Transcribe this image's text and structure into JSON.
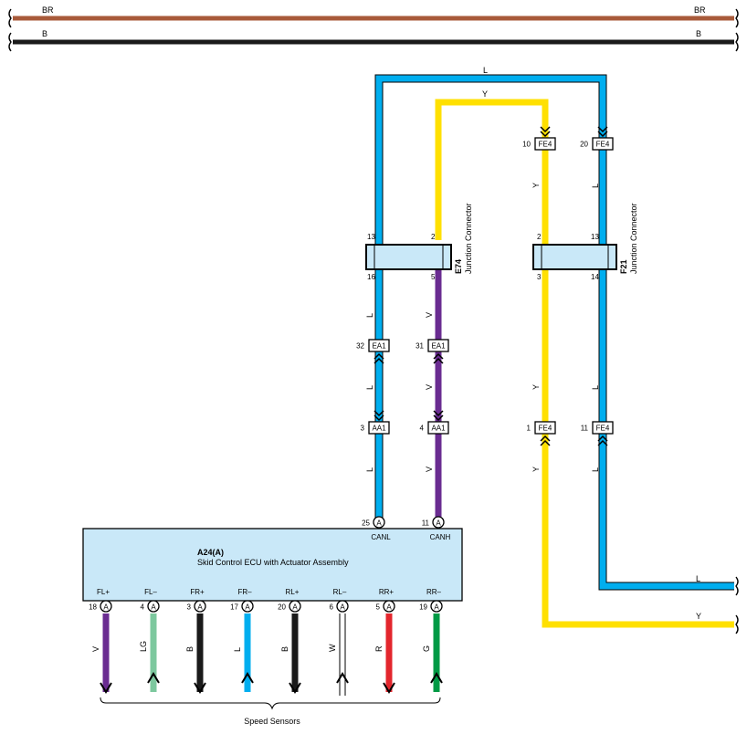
{
  "colors": {
    "BR": "#a85a3a",
    "B": "#1a1a1a",
    "L": "#00aeef",
    "Y": "#ffe000",
    "V": "#6a2c91",
    "LG": "#7dc89e",
    "R": "#e3262d",
    "G": "#009a45",
    "W": "#ffffff",
    "ecu_fill": "#c9e8f8",
    "junction_fill": "#c9e8f8"
  },
  "power": {
    "br_left": "BR",
    "br_right": "BR",
    "b_left": "B",
    "b_right": "B"
  },
  "wire_labels": {
    "top_l": "L",
    "top_y": "Y",
    "fe_y": "Y",
    "fe_l": "L",
    "e74_l1": "L",
    "e74_v1": "V",
    "e74_l2": "L",
    "e74_v2": "V",
    "e74_l3": "L",
    "e74_v3": "V",
    "f21_y1": "Y",
    "f21_l1": "L",
    "f21_y2": "Y",
    "f21_l2": "L",
    "out_l": "L",
    "out_y": "Y"
  },
  "e74": {
    "id": "E74",
    "name": "Junction Connector",
    "pin_tl": "13",
    "pin_tr": "2",
    "pin_bl": "16",
    "pin_br": "5"
  },
  "f21": {
    "id": "F21",
    "name": "Junction Connector",
    "pin_tl": "2",
    "pin_tr": "13",
    "pin_bl": "3",
    "pin_br": "14"
  },
  "connectors": {
    "fe4_top_left": {
      "pin": "10",
      "name": "FE4"
    },
    "fe4_top_right": {
      "pin": "20",
      "name": "FE4"
    },
    "ea1_left": {
      "pin": "32",
      "name": "EA1"
    },
    "ea1_right": {
      "pin": "31",
      "name": "EA1"
    },
    "aa1_left": {
      "pin": "3",
      "name": "AA1"
    },
    "aa1_right": {
      "pin": "4",
      "name": "AA1"
    },
    "fe4_bot_left": {
      "pin": "1",
      "name": "FE4"
    },
    "fe4_bot_right": {
      "pin": "11",
      "name": "FE4"
    }
  },
  "ecu": {
    "id": "A24(A)",
    "name": "Skid Control ECU with Actuator Assembly",
    "top_pins": [
      {
        "pin": "25",
        "conn": "A",
        "signal": "CANL"
      },
      {
        "pin": "11",
        "conn": "A",
        "signal": "CANH"
      }
    ],
    "bottom_pins": [
      {
        "pin": "18",
        "conn": "A",
        "signal": "FL+",
        "wire": "V"
      },
      {
        "pin": "4",
        "conn": "A",
        "signal": "FL–",
        "wire": "LG"
      },
      {
        "pin": "3",
        "conn": "A",
        "signal": "FR+",
        "wire": "B"
      },
      {
        "pin": "17",
        "conn": "A",
        "signal": "FR–",
        "wire": "L"
      },
      {
        "pin": "20",
        "conn": "A",
        "signal": "RL+",
        "wire": "B"
      },
      {
        "pin": "6",
        "conn": "A",
        "signal": "RL–",
        "wire": "W"
      },
      {
        "pin": "5",
        "conn": "A",
        "signal": "RR+",
        "wire": "R"
      },
      {
        "pin": "19",
        "conn": "A",
        "signal": "RR–",
        "wire": "G"
      }
    ]
  },
  "speed_sensors_label": "Speed Sensors"
}
